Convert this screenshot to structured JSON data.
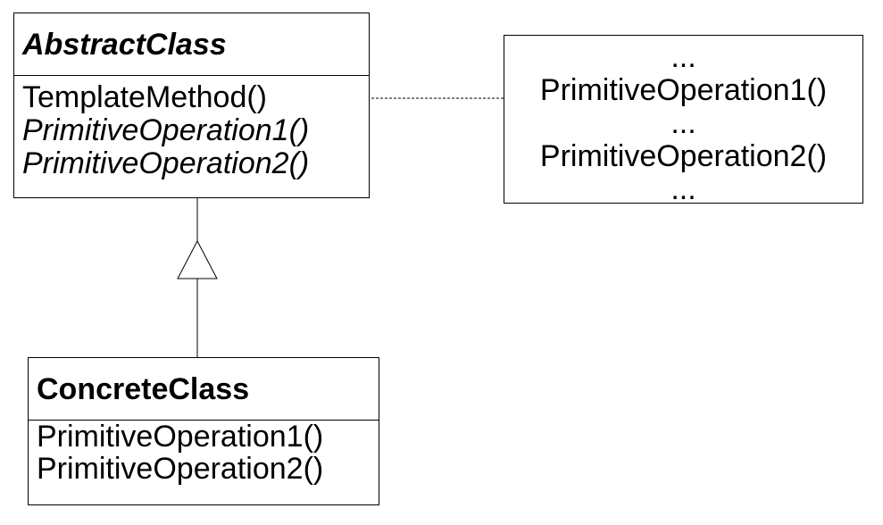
{
  "abstract_class": {
    "name": "AbstractClass",
    "operations": [
      {
        "label": "TemplateMethod()",
        "abstract": false
      },
      {
        "label": "PrimitiveOperation1()",
        "abstract": true
      },
      {
        "label": "PrimitiveOperation2()",
        "abstract": true
      }
    ]
  },
  "concrete_class": {
    "name": "ConcreteClass",
    "operations": [
      {
        "label": "PrimitiveOperation1()"
      },
      {
        "label": "PrimitiveOperation2()"
      }
    ]
  },
  "note": {
    "lines": [
      "...",
      "PrimitiveOperation1()",
      "...",
      "PrimitiveOperation2()",
      "..."
    ]
  },
  "relations": {
    "inheritance": "generalization",
    "note_link": "dashed"
  }
}
